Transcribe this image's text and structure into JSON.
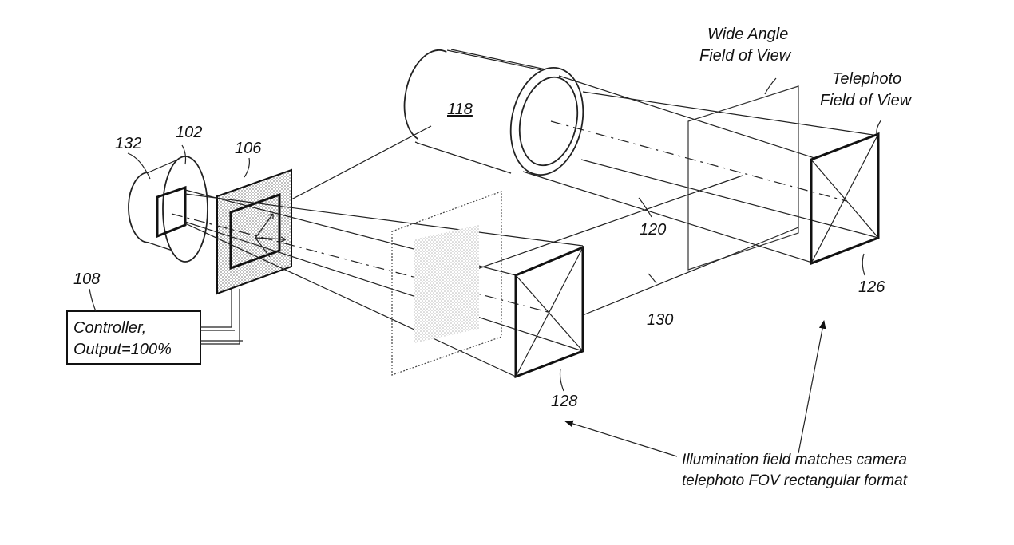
{
  "labels": {
    "lens_ref": "118",
    "source_ref": "102",
    "emitter_ref": "132",
    "modulator_ref": "106",
    "controller_ref": "108",
    "controller_line1": "Controller,",
    "controller_line2": "Output=100%",
    "optical_axis_ref": "120",
    "illumination_axis_ref": "130",
    "telephoto_field_ref": "126",
    "illumination_field_ref": "128",
    "wide_angle_line1": "Wide Angle",
    "wide_angle_line2": "Field of View",
    "telephoto_line1": "Telephoto",
    "telephoto_line2": "Field of View",
    "caption_line1": "Illumination field matches camera",
    "caption_line2": "telephoto FOV rectangular format"
  },
  "colors": {
    "ink": "#111111",
    "stipple": "#9a9a9a",
    "background": "#ffffff"
  }
}
